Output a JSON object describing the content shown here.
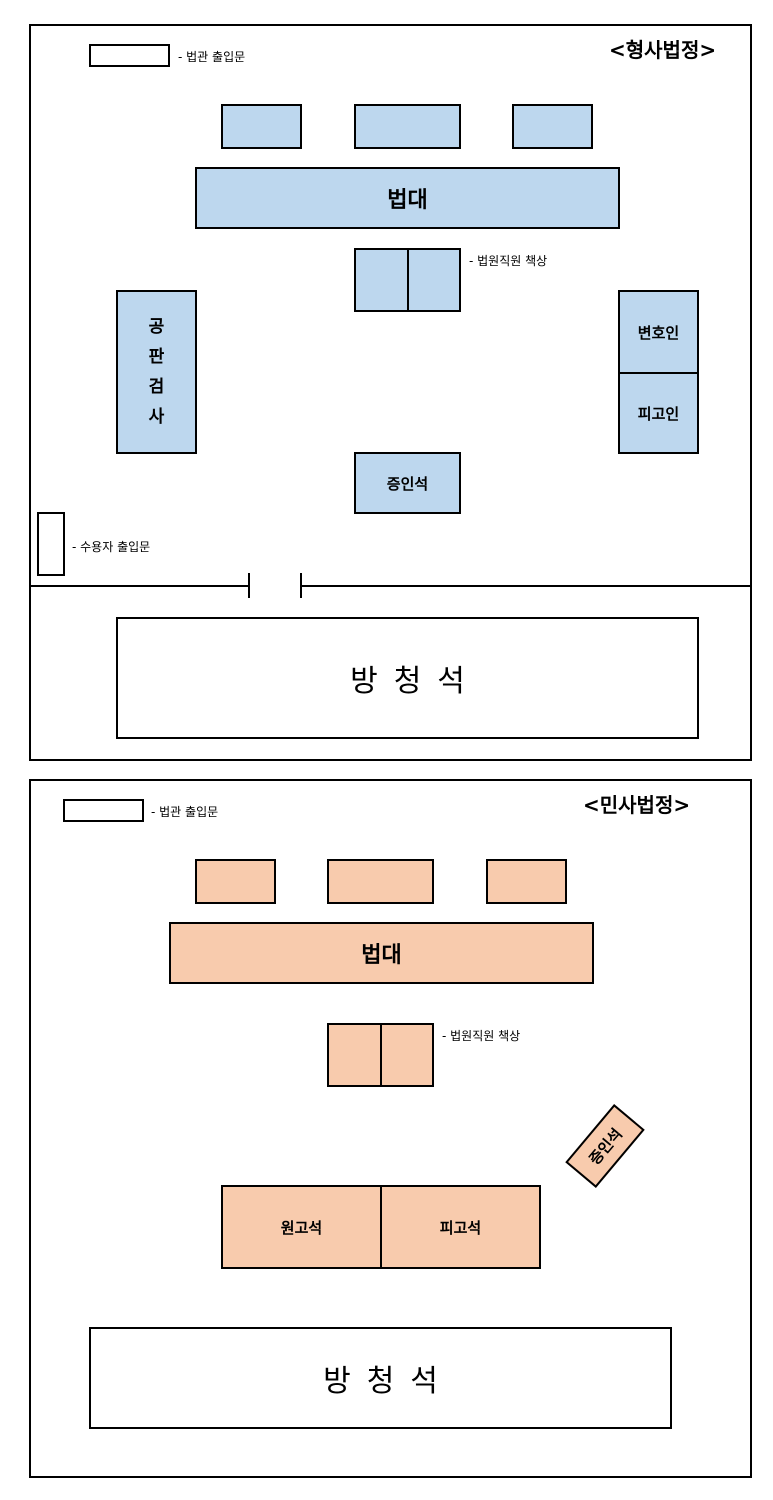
{
  "criminal": {
    "title": "<형사법정>",
    "judge_door_note": "- 법관 출입문",
    "bench": "법대",
    "clerk_note": "- 법원직원 책상",
    "prosecutor_chars": [
      "공",
      "판",
      "검",
      "사"
    ],
    "defense_counsel": "변호인",
    "defendant": "피고인",
    "witness": "증인석",
    "inmate_door_note": "- 수용자 출입문",
    "gallery_chars": [
      "방",
      "청",
      "석"
    ],
    "color": "#bdd7ee"
  },
  "civil": {
    "title": "<민사법정>",
    "judge_door_note": "- 법관 출입문",
    "bench": "법대",
    "clerk_note": "- 법원직원 책상",
    "witness": "증인석",
    "plaintiff": "원고석",
    "defendant": "피고석",
    "gallery_chars": [
      "방",
      "청",
      "석"
    ],
    "color": "#f8cbad"
  }
}
